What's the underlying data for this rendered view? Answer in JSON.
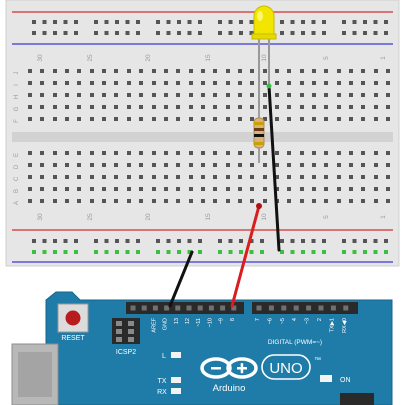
{
  "breadboard": {
    "column_numbers": [
      "30",
      "25",
      "20",
      "15",
      "10",
      "5",
      "1"
    ],
    "row_letters_top": [
      "J",
      "I",
      "H",
      "G",
      "F"
    ],
    "row_letters_bottom": [
      "E",
      "D",
      "C",
      "B",
      "A"
    ],
    "colors": {
      "body": "#e6e6e6",
      "rail_red": "#d43030",
      "rail_blue": "#3a3ad8",
      "hole": "#555555",
      "hole_active": "#39c040"
    }
  },
  "components": {
    "led": {
      "name": "LED",
      "color": "#f2e600"
    },
    "resistor": {
      "name": "resistor",
      "bands": [
        "#c8a000",
        "#6b3d1a",
        "#111111",
        "#c8a000"
      ]
    },
    "wires": [
      {
        "name": "GND wire",
        "color": "#111111"
      },
      {
        "name": "pin 8 wire",
        "color": "#d81e1e"
      }
    ]
  },
  "arduino": {
    "board_color": "#1f7ca8",
    "reset_label": "RESET",
    "icsp_label": "ICSP2",
    "digital_label": "DIGITAL (PWM=~)",
    "header_labels": [
      "AREF",
      "GND",
      "13",
      "12",
      "~11",
      "~10",
      "~9",
      "8",
      "7",
      "~6",
      "~5",
      "4",
      "~3",
      "2",
      "TX▶1",
      "RX◀0"
    ],
    "led_labels": {
      "l": "L",
      "tx": "TX",
      "rx": "RX",
      "on": "ON"
    },
    "brand": "Arduino",
    "model": "UNO",
    "trademark": "™"
  }
}
